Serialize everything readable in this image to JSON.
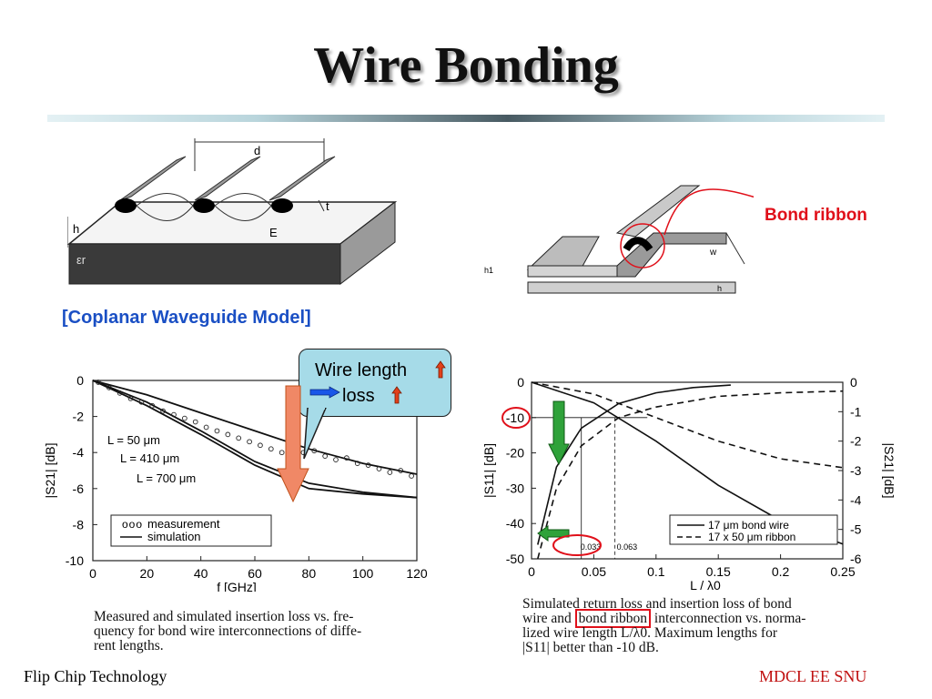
{
  "slide": {
    "title": "Wire Bonding",
    "footer_left": "Flip Chip Technology",
    "footer_right": "MDCL EE SNU"
  },
  "cpw_figure": {
    "caption": "[Coplanar Waveguide Model]",
    "labels": {
      "d": "d",
      "t": "t",
      "h": "h",
      "E": "E",
      "eps": "εr"
    }
  },
  "ribbon_figure": {
    "callout": "Bond ribbon",
    "labels": {
      "w": "w",
      "h1": "h1",
      "h": "h"
    }
  },
  "callout_box": {
    "line1": "Wire length",
    "line2": "loss"
  },
  "left_chart_caption": [
    "Measured and simulated insertion loss vs. fre-",
    "quency for bond wire interconnections of diffe-",
    "rent lengths."
  ],
  "right_chart_caption": {
    "line1": "Simulated return loss and insertion loss of bond",
    "line2_pre": "wire and ",
    "line2_box": "bond ribbon",
    "line2_post": " interconnection vs. norma-",
    "line3": "lized wire length L/λ0. Maximum lengths for",
    "line4": "|S11| better than -10 dB."
  },
  "chart_data": [
    {
      "type": "line",
      "xlabel": "f  [GHz]",
      "ylabel": "|S21|  [dB]",
      "xlim": [
        0,
        120
      ],
      "ylim": [
        -10,
        0
      ],
      "x_ticks": [
        "0",
        "20",
        "40",
        "60",
        "80",
        "100",
        "120"
      ],
      "y_ticks": [
        "0",
        "-2",
        "-4",
        "-6",
        "-8",
        "-10"
      ],
      "annotations": [
        "L = 50 μm",
        "L = 410 μm",
        "L = 700 μm"
      ],
      "legend": {
        "position": "bottom-left",
        "entries": [
          "measurement",
          "simulation"
        ]
      },
      "series": [
        {
          "name": "L = 50 μm",
          "x": [
            0,
            20,
            40,
            60,
            80,
            100,
            120
          ],
          "y": [
            0,
            -0.8,
            -1.8,
            -2.8,
            -3.8,
            -4.6,
            -5.2
          ]
        },
        {
          "name": "L = 410 μm",
          "x": [
            0,
            20,
            40,
            60,
            80,
            100,
            120
          ],
          "y": [
            0,
            -1.2,
            -2.8,
            -4.5,
            -5.7,
            -6.2,
            -6.5
          ]
        },
        {
          "name": "L = 700 μm",
          "x": [
            0,
            20,
            40,
            60,
            80,
            100,
            120
          ],
          "y": [
            0,
            -1.4,
            -3.0,
            -4.7,
            -6.0,
            -6.3,
            -6.5
          ]
        }
      ],
      "measurement_points": {
        "x": [
          2,
          6,
          10,
          14,
          18,
          22,
          26,
          30,
          34,
          38,
          42,
          46,
          50,
          54,
          58,
          62,
          66,
          70,
          74,
          78,
          82,
          86,
          90,
          94,
          98,
          102,
          106,
          110,
          114,
          118
        ],
        "y": [
          -0.1,
          -0.4,
          -0.7,
          -1.0,
          -1.2,
          -1.4,
          -1.7,
          -1.9,
          -2.1,
          -2.3,
          -2.6,
          -2.8,
          -3.0,
          -3.2,
          -3.4,
          -3.6,
          -3.8,
          -4.0,
          -4.1,
          -4.0,
          -3.9,
          -4.2,
          -4.4,
          -4.3,
          -4.6,
          -4.7,
          -4.9,
          -5.1,
          -5.0,
          -5.3
        ]
      }
    },
    {
      "type": "line",
      "xlabel": "L / λ0",
      "ylabel": "|S11|  [dB]",
      "ylabel_right": "|S21|  [dB]",
      "xlim": [
        0,
        0.25
      ],
      "ylim": [
        -50,
        0
      ],
      "ylim_right": [
        -6,
        0
      ],
      "x_ticks": [
        "0",
        "0.05",
        "0.1",
        "0.15",
        "0.2",
        "0.25"
      ],
      "y_ticks": [
        "0",
        "-10",
        "-20",
        "-30",
        "-40",
        "-50"
      ],
      "y_ticks_right": [
        "0",
        "-1",
        "-2",
        "-3",
        "-4",
        "-5",
        "-6"
      ],
      "annotations": [
        "0.033",
        "0.063"
      ],
      "legend": {
        "position": "bottom-right",
        "entries": [
          "17 μm bond wire",
          "17 x 50 μm ribbon"
        ]
      },
      "series": [
        {
          "name": "17 μm bond wire",
          "axis": "left",
          "x": [
            0.005,
            0.02,
            0.04,
            0.07,
            0.1,
            0.13,
            0.16
          ],
          "y": [
            -46,
            -24,
            -13,
            -6,
            -3,
            -1.5,
            -0.8
          ]
        },
        {
          "name": "17 μm bond wire",
          "axis": "right",
          "x": [
            0,
            0.05,
            0.1,
            0.15,
            0.2,
            0.25
          ],
          "y": [
            0,
            -0.7,
            -2.0,
            -3.5,
            -4.7,
            -5.5
          ]
        },
        {
          "name": "17 x 50 μm ribbon",
          "axis": "left",
          "x": [
            0.005,
            0.02,
            0.04,
            0.07,
            0.1,
            0.15,
            0.2,
            0.25
          ],
          "y": [
            -50,
            -30,
            -18,
            -10,
            -7,
            -4,
            -3,
            -2.5
          ]
        },
        {
          "name": "17 x 50 μm ribbon",
          "axis": "right",
          "x": [
            0,
            0.05,
            0.1,
            0.15,
            0.2,
            0.25
          ],
          "y": [
            0,
            -0.4,
            -1.2,
            -2.0,
            -2.6,
            -2.9
          ]
        }
      ]
    }
  ]
}
